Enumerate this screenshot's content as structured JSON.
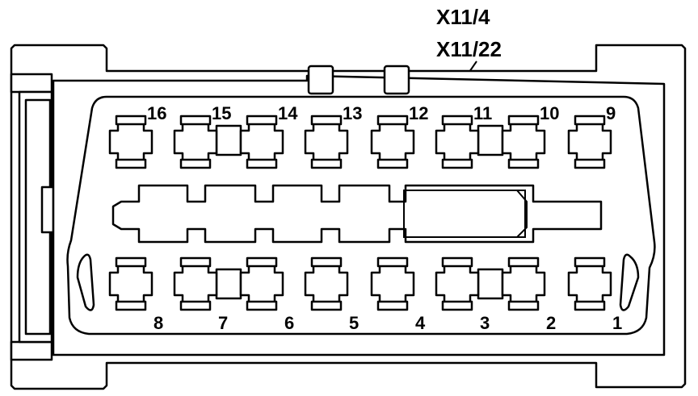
{
  "labels": {
    "connector_a": "X11/4",
    "connector_b": "X11/22"
  },
  "pins_top": [
    "16",
    "15",
    "14",
    "13",
    "12",
    "11",
    "10",
    "9"
  ],
  "pins_bottom": [
    "8",
    "7",
    "6",
    "5",
    "4",
    "3",
    "2",
    "1"
  ],
  "colors": {
    "line": "#000000",
    "background": "#ffffff"
  }
}
